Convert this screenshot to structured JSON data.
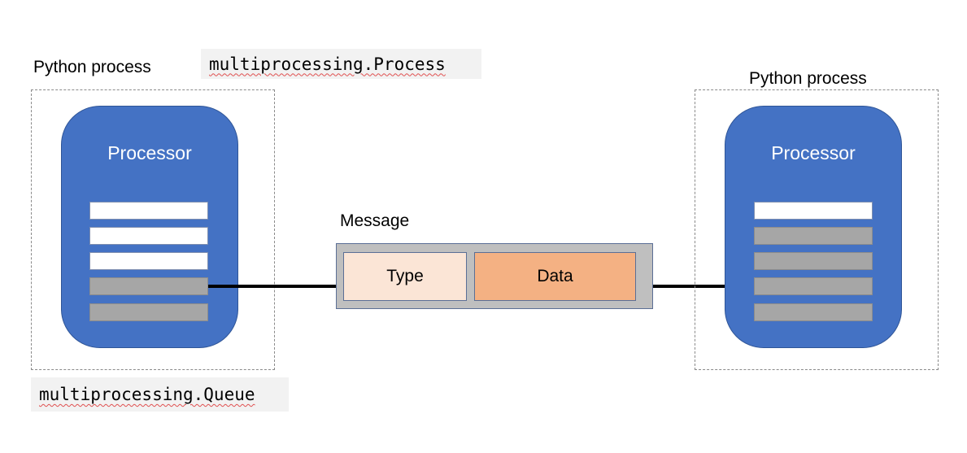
{
  "left": {
    "process_label": "Python process",
    "processor_title": "Processor",
    "slots": [
      "empty",
      "empty",
      "empty",
      "filled",
      "filled"
    ]
  },
  "right": {
    "process_label": "Python process",
    "processor_title": "Processor",
    "slots": [
      "empty",
      "filled",
      "filled",
      "filled",
      "filled"
    ]
  },
  "process_class_label": "multiprocessing.Process",
  "queue_class_label": "multiprocessing.Queue",
  "message": {
    "label": "Message",
    "fields": [
      "Type",
      "Data"
    ]
  },
  "colors": {
    "processor_fill": "#4472c4",
    "slot_empty": "#ffffff",
    "slot_filled": "#a6a6a6",
    "message_frame": "#bfbfbf",
    "type_field": "#fbe5d6",
    "data_field": "#f4b183",
    "code_background": "#f2f2f2"
  }
}
